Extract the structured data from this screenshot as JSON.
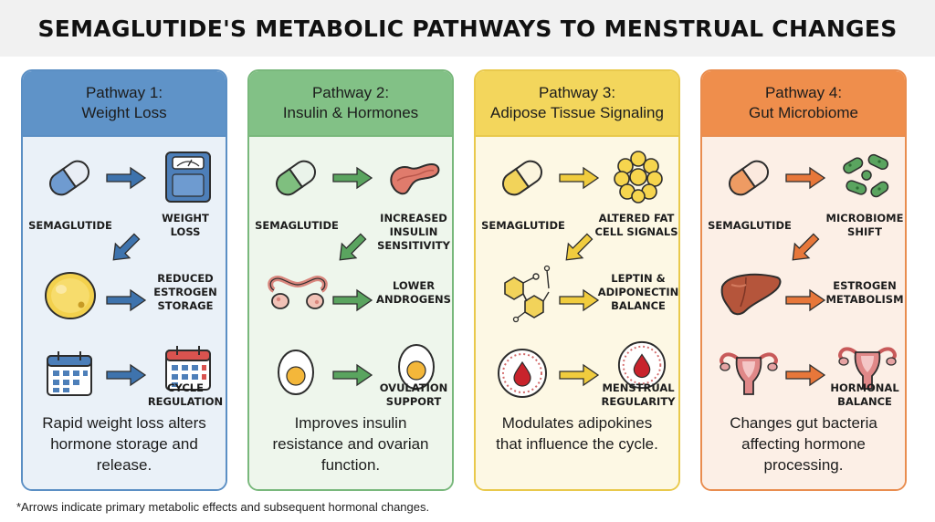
{
  "title": "SEMAGLUTIDE'S METABOLIC PATHWAYS TO MENSTRUAL CHANGES",
  "pathways": [
    {
      "heading_line1": "Pathway 1:",
      "heading_line2": "Weight Loss",
      "colors": {
        "border": "#5b8fc4",
        "header": "#5f93c8",
        "body": "#eaf1f8",
        "arrow": "#3e73ad"
      },
      "labels": {
        "start": "SEMAGLUTIDE",
        "step1": "WEIGHT\nLOSS",
        "step2": "REDUCED\nESTROGEN\nSTORAGE",
        "step3": "CYCLE\nREGULATION"
      },
      "icons": {
        "start": "capsule-icon",
        "step1": "scale-icon",
        "step2": "fat-cell-icon",
        "step2_source": "calendar-icon",
        "step3": "calendar-icon"
      },
      "description": "Rapid weight loss alters\nhormone storage and\nrelease."
    },
    {
      "heading_line1": "Pathway 2:",
      "heading_line2": "Insulin & Hormones",
      "colors": {
        "border": "#79b87c",
        "header": "#82c186",
        "body": "#eef6ec",
        "arrow": "#4c9a54"
      },
      "labels": {
        "start": "SEMAGLUTIDE",
        "step1": "INCREASED\nINSULIN\nSENSITIVITY",
        "step2": "LOWER\nANDROGENS",
        "step3": "OVULATION\nSUPPORT"
      },
      "icons": {
        "start": "capsule-icon",
        "step1": "pancreas-icon",
        "step2": "ovaries-icon",
        "step2_source": "egg-icon",
        "step3": "egg-icon"
      },
      "description": "Improves insulin\nresistance and ovarian\nfunction."
    },
    {
      "heading_line1": "Pathway 3:",
      "heading_line2": "Adipose Tissue Signaling",
      "colors": {
        "border": "#e9c94c",
        "header": "#f3d65c",
        "body": "#fdf8e4",
        "arrow": "#d5b12b"
      },
      "labels": {
        "start": "SEMAGLUTIDE",
        "step1": "ALTERED FAT\nCELL SIGNALS",
        "step2": "LEPTIN &\nADIPONECTIN\nBALANCE",
        "step3": "MENSTRUAL\nREGULARITY"
      },
      "icons": {
        "start": "capsule-icon",
        "step1": "fat-cluster-icon",
        "step2": "molecule-icon",
        "step2_source": "blood-drop-icon",
        "step3": "blood-drop-icon"
      },
      "description": "Modulates adipokines\nthat influence the cycle."
    },
    {
      "heading_line1": "Pathway 4:",
      "heading_line2": "Gut Microbiome",
      "colors": {
        "border": "#e98d4f",
        "header": "#ef8e4c",
        "body": "#fcefe6",
        "arrow": "#d6682a"
      },
      "labels": {
        "start": "SEMAGLUTIDE",
        "step1": "MICROBIOME\nSHIFT",
        "step2": "ESTROGEN\nMETABOLISM",
        "step3": "HORMONAL\nBALANCE"
      },
      "icons": {
        "start": "capsule-icon",
        "step1": "bacteria-icon",
        "step2": "liver-icon",
        "step2_source": "uterus-icon",
        "step3": "uterus-icon"
      },
      "description": "Changes gut bacteria\naffecting hormone\nprocessing."
    }
  ],
  "footnote": "*Arrows indicate primary metabolic effects and subsequent hormonal changes."
}
